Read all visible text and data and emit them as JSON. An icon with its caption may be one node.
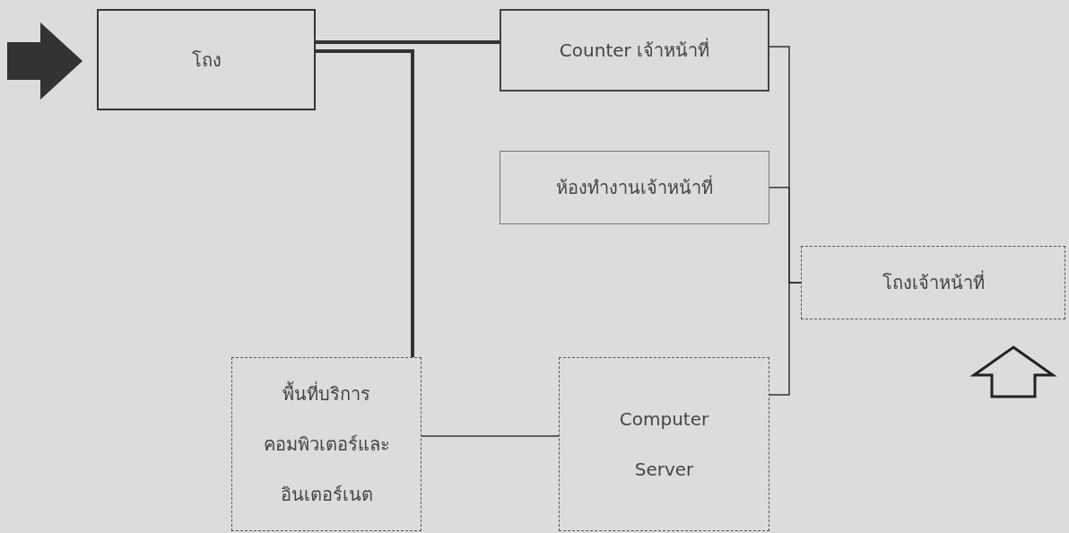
{
  "diagram": {
    "nodes": [
      {
        "text": [
          "โถง"
        ]
      },
      {
        "text": [
          "Counter เจ้าหน้าที่"
        ]
      },
      {
        "text": [
          "ห้องทำงานเจ้าหน้าที่"
        ]
      },
      {
        "text": [
          "โถงเจ้าหน้าที่"
        ]
      },
      {
        "text": [
          "พื้นที่บริการคอมพิวเตอร์และอินเตอร์เนต"
        ]
      },
      {
        "text": [
          "Computer Server"
        ]
      }
    ],
    "edges": [
      {
        "from": 0,
        "to": 1,
        "arrow": "none",
        "style": "thick"
      },
      {
        "from": 0,
        "to": 4,
        "arrow": "none",
        "style": "thick"
      },
      {
        "from": 1,
        "to": 3,
        "arrow": "none"
      },
      {
        "from": 2,
        "to": 3,
        "arrow": "none"
      },
      {
        "from": 4,
        "to": 5,
        "arrow": "none"
      },
      {
        "from": 5,
        "to": 3,
        "arrow": "none"
      }
    ]
  }
}
